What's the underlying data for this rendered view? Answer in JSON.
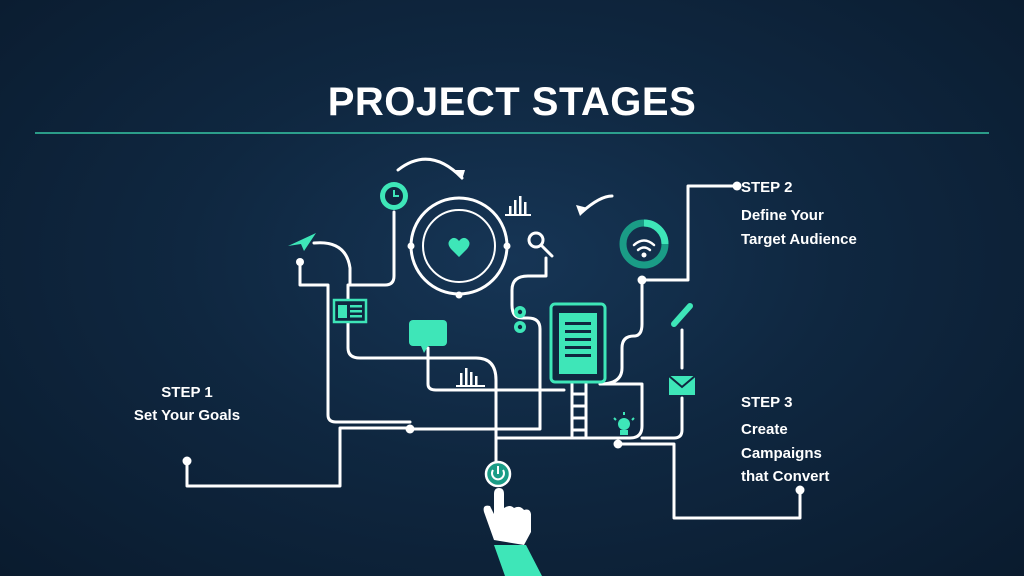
{
  "title": "PROJECT STAGES",
  "colors": {
    "accent": "#3ee6b8",
    "accent_dark": "#1a9c86",
    "line": "#ffffff",
    "background": "#0f2740"
  },
  "steps": [
    {
      "label": "STEP 1",
      "lines": [
        "Set Your Goals"
      ]
    },
    {
      "label": "STEP 2",
      "lines": [
        "Define Your",
        "Target Audience"
      ]
    },
    {
      "label": "STEP 3",
      "lines": [
        "Create",
        "Campaigns",
        "that Convert"
      ]
    }
  ],
  "icons": [
    "clock-icon",
    "heart-icon",
    "bar-chart-icon",
    "search-icon",
    "wifi-icon",
    "paper-plane-icon",
    "browser-window-icon",
    "chat-bubble-icon",
    "gears-icon",
    "document-icon",
    "pencil-icon",
    "envelope-icon",
    "lightbulb-icon",
    "power-icon",
    "hand-pointer-icon"
  ]
}
